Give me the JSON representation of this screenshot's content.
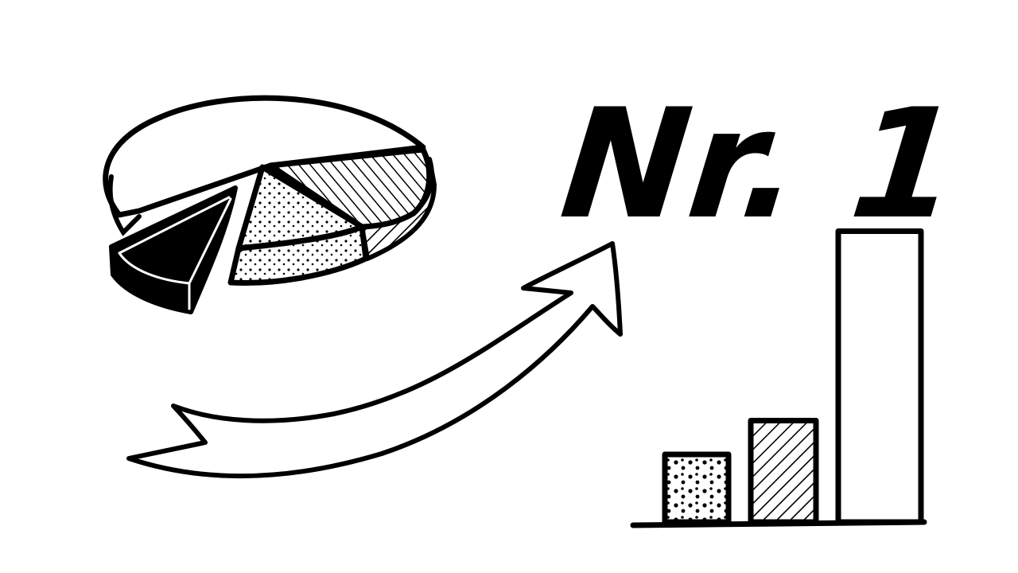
{
  "headline": {
    "text": "Nr. 1"
  },
  "colors": {
    "ink": "#000000",
    "paper": "#ffffff"
  },
  "bar_chart": {
    "values": [
      1,
      1.5,
      4.3
    ],
    "fills": [
      "dotted",
      "hatched",
      "blank"
    ]
  },
  "pie_chart": {
    "slices": [
      "blank",
      "black",
      "dotted",
      "hatched"
    ]
  },
  "icons": [
    "pie-chart-icon",
    "rising-arrow-icon",
    "bar-chart-icon"
  ]
}
